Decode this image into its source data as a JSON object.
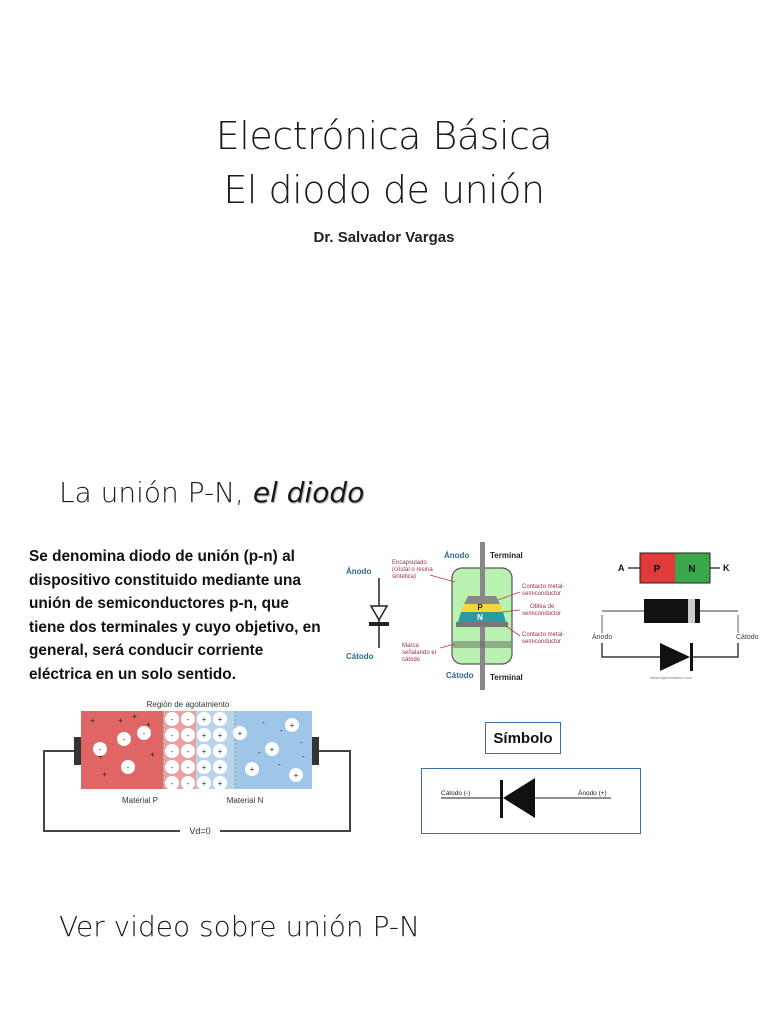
{
  "slide1": {
    "title_line1": "Electrónica Básica",
    "title_line2": "El diodo de unión",
    "author": "Dr. Salvador Vargas"
  },
  "slide2": {
    "title_main": "La unión P-N, ",
    "title_em": "el diodo",
    "description": "Se denomina diodo de unión (p-n) al dispositivo constituido mediante una unión de semiconductores p-n, que tiene dos terminales y cuyo objetivo, en general, será conducir corriente eléctrica en un solo sentido.",
    "construction": {
      "anode": "Ánodo",
      "anode_top": "Ánodo",
      "terminal_top": "Terminal",
      "encapsulado_1": "Encapsulado",
      "encapsulado_2": "(cristal o resina",
      "encapsulado_3": "sintética)",
      "contacto1_1": "Contacto metal-",
      "contacto1_2": "semiconductor",
      "oblea_1": "Oblea de",
      "oblea_2": "semiconductor",
      "contacto2_1": "Contacto metal-",
      "contacto2_2": "semiconductor",
      "marca_1": "Marca",
      "marca_2": "señalando el",
      "marca_3": "cátodo",
      "cathode": "Cátodo",
      "cathode_bottom": "Cátodo",
      "terminal_bottom": "Terminal",
      "p": "P",
      "n": "N"
    },
    "pn_block": {
      "a": "A",
      "k": "K",
      "p": "P",
      "n": "N",
      "anode": "Ánodo",
      "cathode": "Cátodo",
      "watermark": "www.ingmecafenix.com"
    },
    "depletion": {
      "region_label": "Región de agotamiento",
      "material_p": "Material P",
      "material_n": "Material N",
      "vd": "Vd=0"
    },
    "symbol": {
      "heading": "Símbolo",
      "cathode": "Cátodo (-)",
      "anode": "Ánodo (+)"
    }
  },
  "slide3": {
    "title": "Ver video sobre unión P-N"
  },
  "colors": {
    "p_region": "#e06666",
    "n_region": "#9fc5e8",
    "diode_red": "#e03a3a",
    "diode_green": "#3aa84a",
    "frame_blue": "#3a6fa8"
  }
}
